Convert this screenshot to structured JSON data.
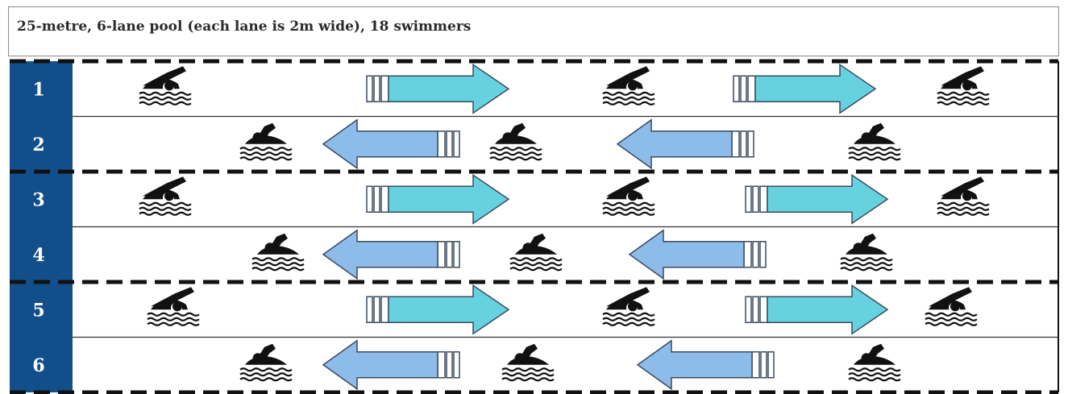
{
  "title": "25-metre, 6-lane pool (each lane is 2m wide), 18 swimmers",
  "colors": {
    "lane_number_bg": "#124f8a",
    "arrow_right_fill": "#66d2e0",
    "arrow_left_fill": "#8dbcea",
    "arrow_stroke": "#3a4a5e",
    "rope": "#111111",
    "lane_line": "#333333"
  },
  "lanes": [
    {
      "number": "1",
      "direction": "right",
      "swimmers": 3
    },
    {
      "number": "2",
      "direction": "left",
      "swimmers": 3
    },
    {
      "number": "3",
      "direction": "right",
      "swimmers": 3
    },
    {
      "number": "4",
      "direction": "left",
      "swimmers": 3
    },
    {
      "number": "5",
      "direction": "right",
      "swimmers": 3
    },
    {
      "number": "6",
      "direction": "left",
      "swimmers": 3
    }
  ],
  "icons": {
    "swimmer": "swimmer-icon",
    "arrow_right": "arrow-right-icon",
    "arrow_left": "arrow-left-icon"
  }
}
